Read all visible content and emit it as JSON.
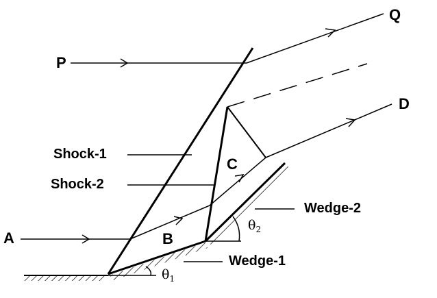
{
  "labels": {
    "P": "P",
    "Q": "Q",
    "D": "D",
    "A": "A",
    "B": "B",
    "C": "C",
    "shock1": "Shock-1",
    "shock2": "Shock-2",
    "wedge1": "Wedge-1",
    "wedge2": "Wedge-2",
    "theta1_symbol": "θ",
    "theta1_sub": "1",
    "theta2_symbol": "θ",
    "theta2_sub": "2"
  },
  "colors": {
    "line": "#000000",
    "background": "#ffffff"
  }
}
